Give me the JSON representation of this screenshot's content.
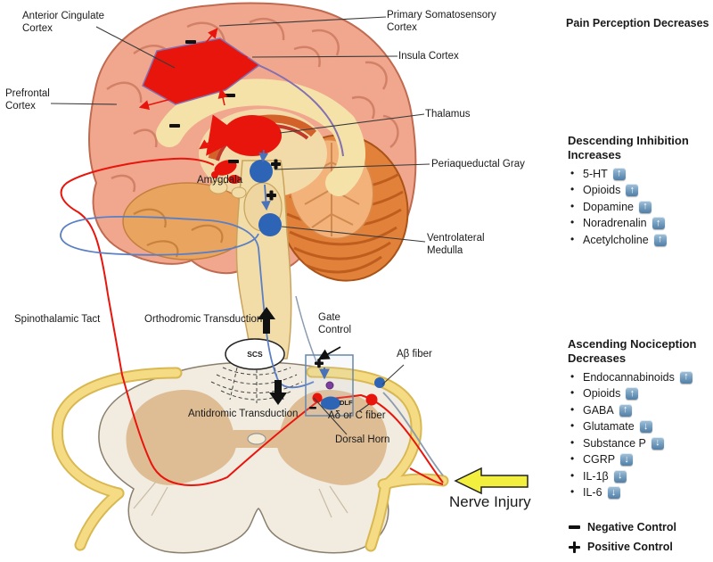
{
  "labels": {
    "anterior_cingulate": "Anterior Cingulate Cortex",
    "primary_somatosensory": "Primary Somatosensory Cortex",
    "insula": "Insula Cortex",
    "prefrontal": "Prefrontal Cortex",
    "thalamus": "Thalamus",
    "periaqueductal_gray": "Periaqueductal Gray",
    "amygdala": "Amygdala",
    "ventrolateral_medulla": "Ventrolateral Medulla",
    "spinothalamic": "Spinothalamic Tact",
    "orthodromic": "Orthodromic Transduction",
    "gate_control": "Gate Control",
    "scs": "SCS",
    "ab_fiber": "Aβ fiber",
    "dlf": "DLF",
    "antidromic": "Antidromic Transduction",
    "adc_fiber": "Aδ or C fiber",
    "dorsal_horn": "Dorsal Horn",
    "nerve_injury": "Nerve Injury"
  },
  "right": {
    "title": "Pain Perception Decreases",
    "descending": {
      "heading": "Descending Inhibition Increases",
      "items": [
        {
          "label": "5-HT",
          "direction": "up",
          "glyph": "↑"
        },
        {
          "label": "Opioids",
          "direction": "up",
          "glyph": "↑"
        },
        {
          "label": "Dopamine",
          "direction": "up",
          "glyph": "↑"
        },
        {
          "label": "Noradrenalin",
          "direction": "up",
          "glyph": "↑"
        },
        {
          "label": "Acetylcholine",
          "direction": "up",
          "glyph": "↑"
        }
      ]
    },
    "ascending": {
      "heading": "Ascending Nociception Decreases",
      "items": [
        {
          "label": "Endocannabinoids",
          "direction": "up",
          "glyph": "↑"
        },
        {
          "label": "Opioids",
          "direction": "up",
          "glyph": "↑"
        },
        {
          "label": "GABA",
          "direction": "up",
          "glyph": "↑"
        },
        {
          "label": "Glutamate",
          "direction": "down",
          "glyph": "↓"
        },
        {
          "label": "Substance P",
          "direction": "down",
          "glyph": "↓"
        },
        {
          "label": "CGRP",
          "direction": "down",
          "glyph": "↓"
        },
        {
          "label": "IL-1β",
          "direction": "down",
          "glyph": "↓"
        },
        {
          "label": "IL-6",
          "direction": "down",
          "glyph": "↓"
        }
      ]
    }
  },
  "legend": {
    "negative": "Negative Control",
    "positive": "Positive Control"
  },
  "colors": {
    "highlight_red": "#E8150D",
    "nuclei_blue": "#2E64B5",
    "nerve_injury_arrow": "#F2EF3E",
    "nerve_root_yellow": "#F5DC84"
  }
}
